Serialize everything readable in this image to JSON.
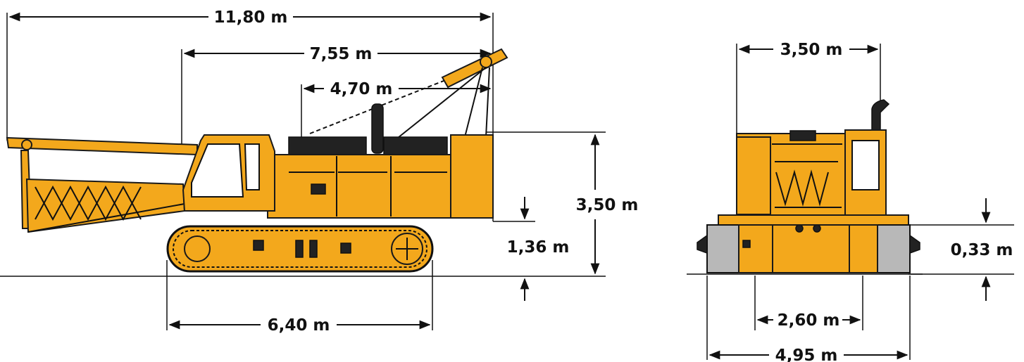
{
  "side_view": {
    "overall_length": "11,80 m",
    "boom_to_rear": "7,55 m",
    "mast_to_rear": "4,70 m",
    "total_height": "3,50 m",
    "ground_clearance_height": "1,36 m",
    "track_length": "6,40 m"
  },
  "rear_view": {
    "superstructure_width": "3,50 m",
    "ground_clearance": "0,33 m",
    "track_gauge_inner": "2,60 m",
    "overall_width": "4,95 m"
  },
  "colors": {
    "machine_body": "#f3a81c",
    "outline": "#1a1a1a",
    "track_grey": "#b8b8b8"
  }
}
